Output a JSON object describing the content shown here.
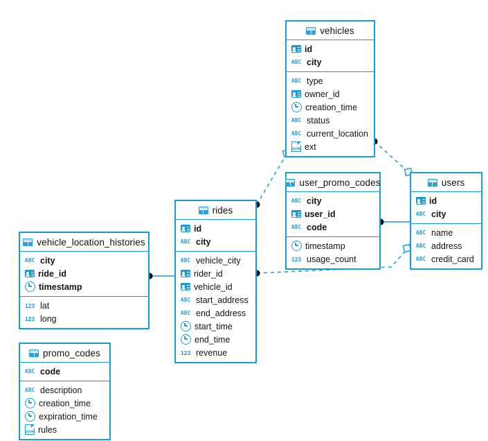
{
  "diagram": {
    "kind": "entity-relationship-diagram",
    "accent_color": "#1a9ad6",
    "background": "#ffffff",
    "icon_names": {
      "table": "table-grid-icon",
      "id": "id-card-icon",
      "abc": "abc-text-icon",
      "clock": "clock-icon",
      "num": "number-123-icon",
      "json": "json-document-icon"
    }
  },
  "tables": [
    {
      "id": "vehicles",
      "name": "vehicles",
      "keys": [
        {
          "name": "id",
          "icon": "id"
        },
        {
          "name": "city",
          "icon": "abc"
        }
      ],
      "fields": [
        {
          "name": "type",
          "icon": "abc"
        },
        {
          "name": "owner_id",
          "icon": "id"
        },
        {
          "name": "creation_time",
          "icon": "clock"
        },
        {
          "name": "status",
          "icon": "abc"
        },
        {
          "name": "current_location",
          "icon": "abc"
        },
        {
          "name": "ext",
          "icon": "json"
        }
      ]
    },
    {
      "id": "user_promo_codes",
      "name": "user_promo_codes",
      "keys": [
        {
          "name": "city",
          "icon": "abc"
        },
        {
          "name": "user_id",
          "icon": "id"
        },
        {
          "name": "code",
          "icon": "abc"
        }
      ],
      "fields": [
        {
          "name": "timestamp",
          "icon": "clock"
        },
        {
          "name": "usage_count",
          "icon": "num"
        }
      ]
    },
    {
      "id": "users",
      "name": "users",
      "keys": [
        {
          "name": "id",
          "icon": "id"
        },
        {
          "name": "city",
          "icon": "abc"
        }
      ],
      "fields": [
        {
          "name": "name",
          "icon": "abc"
        },
        {
          "name": "address",
          "icon": "abc"
        },
        {
          "name": "credit_card",
          "icon": "abc"
        }
      ]
    },
    {
      "id": "rides",
      "name": "rides",
      "keys": [
        {
          "name": "id",
          "icon": "id"
        },
        {
          "name": "city",
          "icon": "abc"
        }
      ],
      "fields": [
        {
          "name": "vehicle_city",
          "icon": "abc"
        },
        {
          "name": "rider_id",
          "icon": "id"
        },
        {
          "name": "vehicle_id",
          "icon": "id"
        },
        {
          "name": "start_address",
          "icon": "abc"
        },
        {
          "name": "end_address",
          "icon": "abc"
        },
        {
          "name": "start_time",
          "icon": "clock"
        },
        {
          "name": "end_time",
          "icon": "clock"
        },
        {
          "name": "revenue",
          "icon": "num"
        }
      ]
    },
    {
      "id": "vehicle_location_histories",
      "name": "vehicle_location_histories",
      "keys": [
        {
          "name": "city",
          "icon": "abc"
        },
        {
          "name": "ride_id",
          "icon": "id"
        },
        {
          "name": "timestamp",
          "icon": "clock"
        }
      ],
      "fields": [
        {
          "name": "lat",
          "icon": "num"
        },
        {
          "name": "long",
          "icon": "num"
        }
      ]
    },
    {
      "id": "promo_codes",
      "name": "promo_codes",
      "keys": [
        {
          "name": "code",
          "icon": "abc"
        }
      ],
      "fields": [
        {
          "name": "description",
          "icon": "abc"
        },
        {
          "name": "creation_time",
          "icon": "clock"
        },
        {
          "name": "expiration_time",
          "icon": "clock"
        },
        {
          "name": "rules",
          "icon": "json"
        }
      ]
    }
  ],
  "relationships": [
    {
      "id": "vehicles-users",
      "from": "vehicles",
      "to": "users",
      "style": "dashed"
    },
    {
      "id": "vehicles-user_promo_codes",
      "from": "vehicles",
      "to": "user_promo_codes",
      "style": "dashed"
    },
    {
      "id": "rides-user_promo_codes",
      "from": "rides",
      "to": "user_promo_codes",
      "style": "dashed"
    },
    {
      "id": "rides-users",
      "from": "rides",
      "to": "users",
      "style": "dashed"
    },
    {
      "id": "vehicle_location_histories-rides",
      "from": "vehicle_location_histories",
      "to": "rides",
      "style": "solid"
    },
    {
      "id": "user_promo_codes-users",
      "from": "user_promo_codes",
      "to": "users",
      "style": "solid"
    }
  ]
}
